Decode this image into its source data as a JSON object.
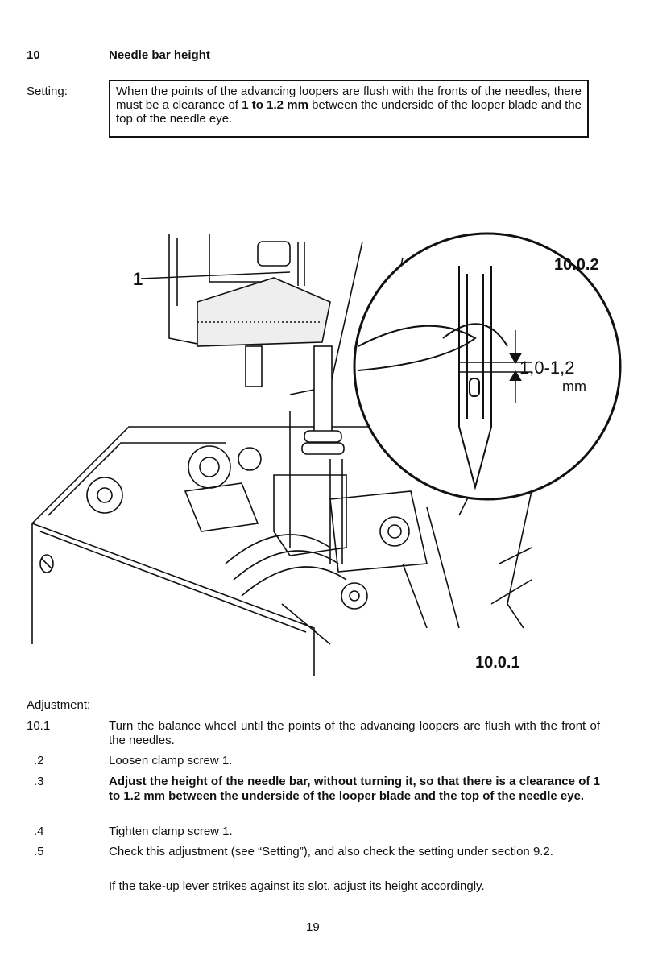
{
  "header": {
    "section_number": "10",
    "section_title": "Needle bar height"
  },
  "setting": {
    "label": "Setting:",
    "text_1": "When the points of the advancing loopers are flush with the fronts of the needles, there must be a clearance of ",
    "text_bold": "1 to 1.2 mm",
    "text_2": " between the underside of the looper blade and the top of the needle eye."
  },
  "figure": {
    "part_label": "1",
    "detail_label": "10.0.2",
    "main_label": "10.0.1",
    "dimension_value": "1,0-1,2",
    "dimension_unit": "mm"
  },
  "adjustment": {
    "label": "Adjustment:",
    "steps": [
      {
        "num": "10.1",
        "text": "Turn the balance wheel until the points of the advancing loopers are flush with the front of the needles."
      },
      {
        "num": ".2",
        "text": "Loosen clamp screw 1."
      },
      {
        "num": ".3",
        "text": "Adjust the height of the needle bar, without turning it, so that there is a clearance of 1 to 1.2 mm between the underside of the looper blade and the top of the needle eye."
      },
      {
        "num": ".4",
        "text": "Tighten clamp screw 1."
      },
      {
        "num": ".5",
        "text": "Check this adjustment (see “Setting”), and also check the setting under section 9.2."
      }
    ],
    "note": "If the take-up lever strikes against its slot, adjust its height accordingly."
  },
  "footer": {
    "page_number": "19"
  }
}
